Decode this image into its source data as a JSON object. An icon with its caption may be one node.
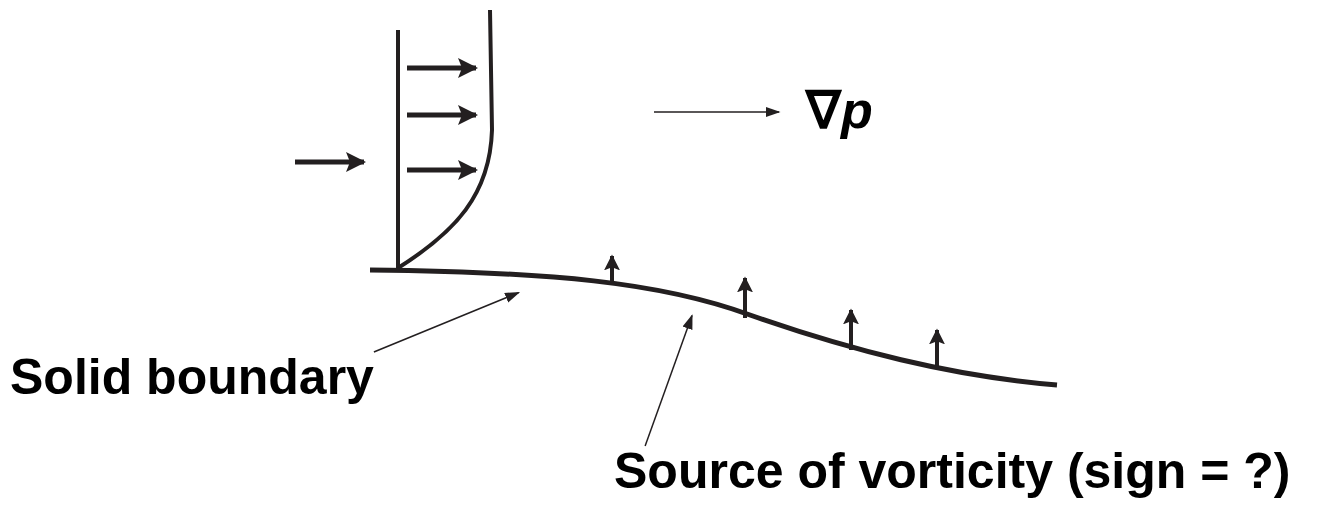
{
  "diagram": {
    "nodes": [
      {
        "text": [
          "Solid boundary"
        ]
      },
      {
        "text": [
          "Source of vorticity (sign = ?)"
        ]
      },
      {
        "text": [],
        "shape": "line"
      }
    ],
    "edges": [
      {
        "from": 0,
        "to": 2,
        "arrow": "to"
      },
      {
        "from": 1,
        "to": 2,
        "arrow": "to"
      }
    ],
    "labels": [
      "∇*p*"
    ]
  }
}
